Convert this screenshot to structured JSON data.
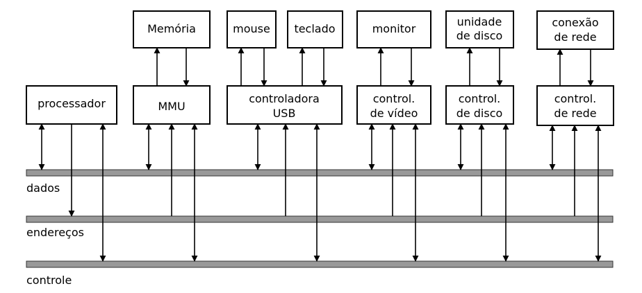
{
  "components": {
    "processador": "processador",
    "memoria": "Memória",
    "mmu": "MMU",
    "mouse": "mouse",
    "teclado": "teclado",
    "usb_line1": "controladora",
    "usb_line2": "USB",
    "monitor": "monitor",
    "video_line1": "control.",
    "video_line2": "de vídeo",
    "disk_dev_line1": "unidade",
    "disk_dev_line2": "de disco",
    "disk_ctl_line1": "control.",
    "disk_ctl_line2": "de disco",
    "net_dev_line1": "conexão",
    "net_dev_line2": "de rede",
    "net_ctl_line1": "control.",
    "net_ctl_line2": "de rede"
  },
  "buses": {
    "dados": "dados",
    "enderecos": "endereços",
    "controle": "controle"
  }
}
